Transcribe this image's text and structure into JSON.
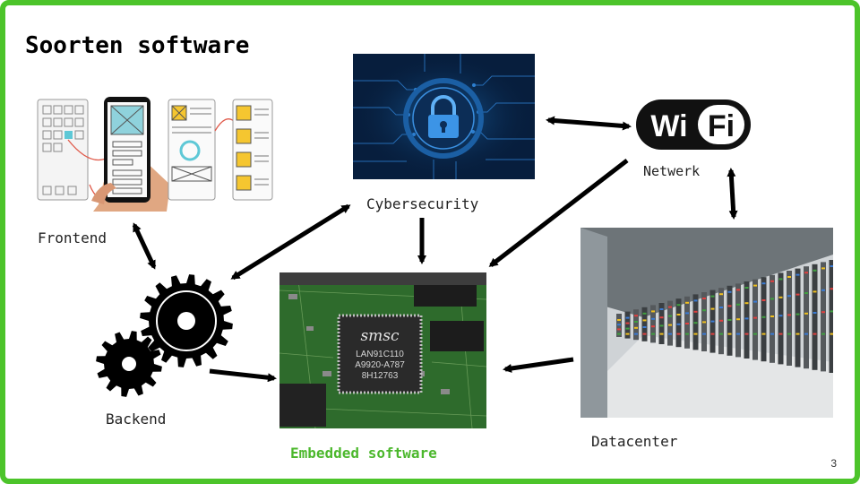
{
  "title": "Soorten software",
  "labels": {
    "frontend": "Frontend",
    "cybersecurity": "Cybersecurity",
    "netwerk": "Netwerk",
    "backend": "Backend",
    "embedded": "Embedded software",
    "datacenter": "Datacenter"
  },
  "wifi": {
    "left": "Wi",
    "right": "Fi"
  },
  "chip": {
    "brand": "smsc",
    "lines": [
      "LAN91C110",
      "A9920-A787",
      "8H12763"
    ]
  },
  "page_number": "3",
  "colors": {
    "border": "#4cc42a",
    "embedded_label": "#4cb82d"
  },
  "icons": [
    "phone-wireframe-image",
    "padlock-icon",
    "wifi-logo",
    "gears-icon",
    "circuit-board-image",
    "server-racks-image"
  ]
}
